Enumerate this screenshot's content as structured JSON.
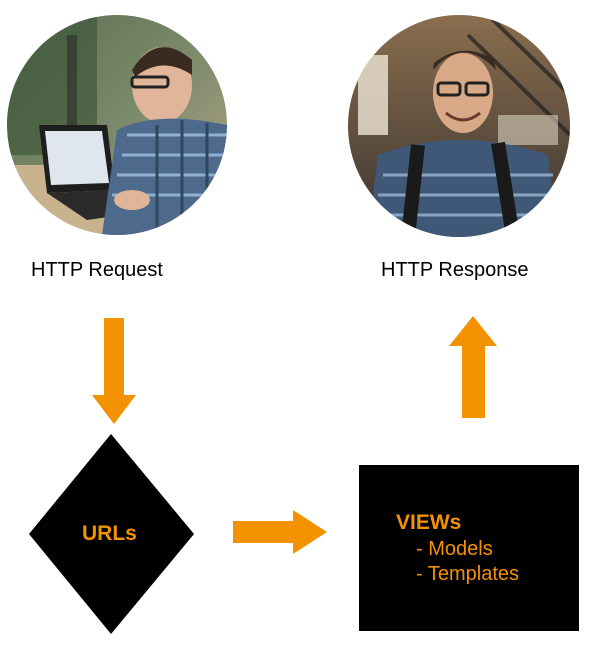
{
  "request": {
    "label": "HTTP Request"
  },
  "response": {
    "label": "HTTP Response"
  },
  "urls": {
    "label": "URLs"
  },
  "views": {
    "title": "VIEWs",
    "items": [
      "- Models",
      "- Templates"
    ]
  },
  "colors": {
    "accent": "#f39200",
    "box": "#000000"
  }
}
